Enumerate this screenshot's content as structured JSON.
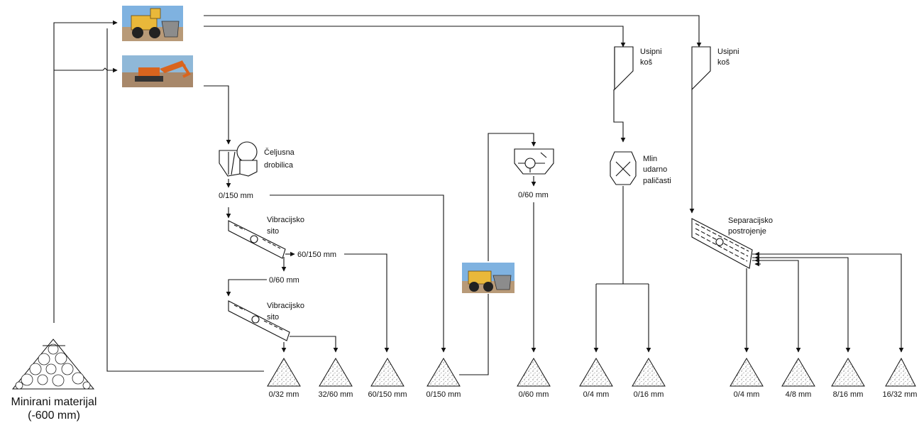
{
  "source": {
    "title": "Minirani materijal",
    "subtitle": "(-600 mm)",
    "icon": "rock-pile-icon"
  },
  "machines": {
    "loader_top": "wheel-loader-photo",
    "excavator": "excavator-photo",
    "loader_mid": "wheel-loader-photo"
  },
  "equipment": {
    "jaw_crusher": {
      "line1": "Čeljusna",
      "line2": "drobilica"
    },
    "screen_1": {
      "line1": "Vibracijsko",
      "line2": "sito"
    },
    "screen_2": {
      "line1": "Vibracijsko",
      "line2": "sito"
    },
    "hopper_1": {
      "line1": "Usipni",
      "line2": "koš"
    },
    "hopper_2": {
      "line1": "Usipni",
      "line2": "koš"
    },
    "mill": {
      "line1": "Mlin",
      "line2": "udarno",
      "line3": "paličasti"
    },
    "separation": {
      "line1": "Separacijsko",
      "line2": "postrojenje"
    },
    "cone_crusher": "cone-crusher-icon"
  },
  "streams": {
    "s_0_150": "0/150 mm",
    "s_60_150": "60/150 mm",
    "s_0_60": "0/60 mm",
    "s_0_60_b": "0/60 mm"
  },
  "stockpiles": [
    {
      "label": "0/32 mm"
    },
    {
      "label": "32/60 mm"
    },
    {
      "label": "60/150 mm"
    },
    {
      "label": "0/150 mm"
    },
    {
      "label": "0/60 mm"
    },
    {
      "label": "0/4 mm"
    },
    {
      "label": "0/16 mm"
    },
    {
      "label": "0/4 mm"
    },
    {
      "label": "4/8 mm"
    },
    {
      "label": "8/16 mm"
    },
    {
      "label": "16/32 mm"
    }
  ],
  "colors": {
    "line": "#111111",
    "sky": "#7fb2e0",
    "machine_orange": "#d9641e",
    "machine_yellow": "#e9b83a",
    "rock": "#a8886a"
  }
}
